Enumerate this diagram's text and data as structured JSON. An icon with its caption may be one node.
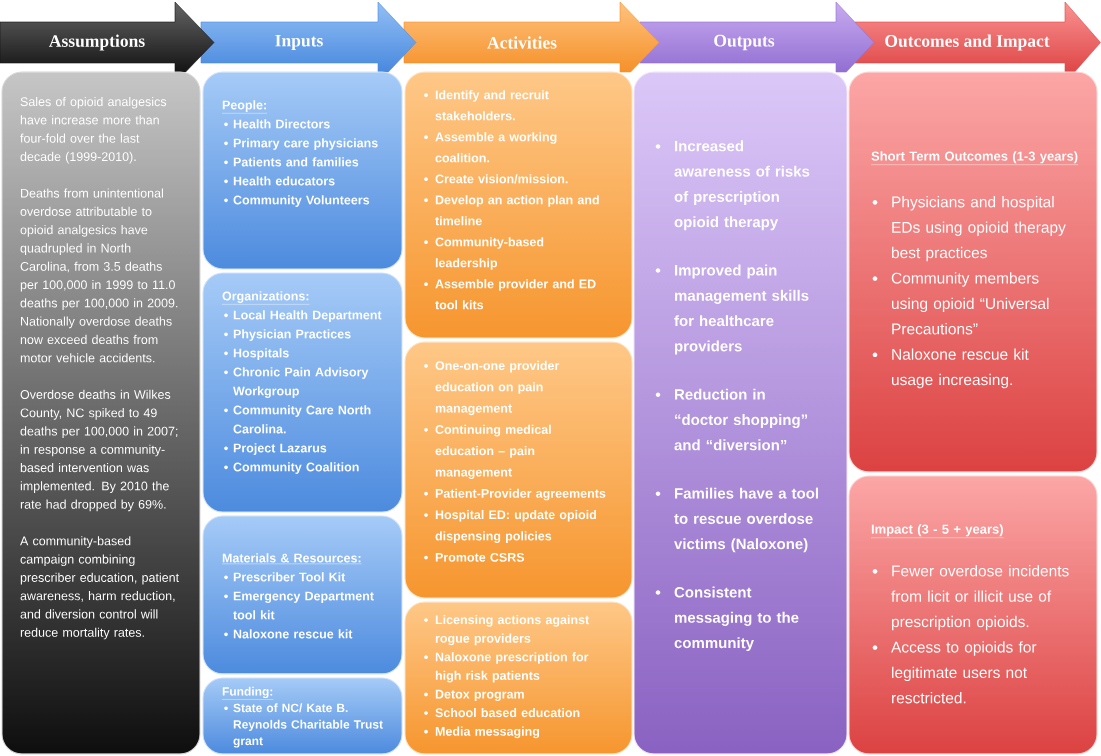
{
  "diagram": {
    "nodes": [
      {
        "text": [
          "Assumptions"
        ]
      },
      {
        "text": [
          "Inputs"
        ]
      },
      {
        "text": [
          "Activities"
        ]
      },
      {
        "text": [
          "Outputs"
        ]
      },
      {
        "text": [
          "Outcomes and Impact"
        ]
      },
      {
        "text": [
          "Sales of opioid analgesics have increase more than four-fold over the last decade (1999-2010).",
          "Deaths from unintentional overdose attributable to opioid analgesics have quadrupled in North Carolina, from 3.5 deaths per 100,000 in 1999 to 11.0 deaths per 100,000 in 2009. Nationally overdose deaths now exceed deaths from motor vehicle accidents.",
          "Overdose deaths in Wilkes County, NC spiked to 49 deaths per 100,000 in 2007; in response a community-based intervention was implemented. By 2010 the rate had dropped by 69%.",
          "A community-based campaign combining prescriber education, patient awareness, harm reduction, and diversion control will reduce mortality rates."
        ]
      },
      {
        "text": [
          "People:",
          "Health Directors",
          "Primary care physicians",
          "Patients and families",
          "Health educators",
          "Community Volunteers"
        ]
      },
      {
        "text": [
          "Organizations:",
          "Local Health Department",
          "Physician Practices",
          "Hospitals",
          "Chronic Pain Advisory Workgroup",
          "Community Care North Carolina.",
          "Project Lazarus",
          "Community Coalition"
        ]
      },
      {
        "text": [
          "Materials & Resources:",
          "Prescriber Tool Kit",
          "Emergency Department tool kit",
          "Naloxone rescue kit"
        ]
      },
      {
        "text": [
          "Funding:",
          "State of NC/ Kate B. Reynolds Charitable Trust grant"
        ]
      },
      {
        "text": [
          "Identify and recruit stakeholders.",
          "Assemble a working coalition.",
          "Create vision/mission.",
          "Develop an action plan and timeline",
          "Community-based leadership",
          "Assemble provider and ED tool kits"
        ]
      },
      {
        "text": [
          "One-on-one provider education on pain management",
          "Continuing medical education – pain management",
          "Patient-Provider agreements",
          "Hospital ED: update opioid dispensing policies",
          "Promote CSRS"
        ]
      },
      {
        "text": [
          "Licensing actions against rogue providers",
          "Naloxone prescription for high risk patients",
          "Detox program",
          "School based education",
          "Media messaging"
        ]
      },
      {
        "text": [
          "Increased awareness of risks of prescription opioid therapy",
          "Improved pain management skills for healthcare providers",
          "Reduction in “doctor shopping” and “diversion”",
          "Families have a tool to rescue overdose victims (Naloxone)",
          "Consistent messaging to the community"
        ]
      },
      {
        "text": [
          "Short Term Outcomes (1-3 years)",
          "Physicians and hospital EDs using opioid therapy best practices",
          "Community members using opioid “Universal Precautions”",
          "Naloxone rescue kit usage increasing."
        ]
      },
      {
        "text": [
          "Impact (3 - 5 + years)",
          "Fewer overdose incidents from licit or illicit use of prescription opioids.",
          "Access to opioids for legitimate users not resctricted."
        ]
      }
    ]
  }
}
